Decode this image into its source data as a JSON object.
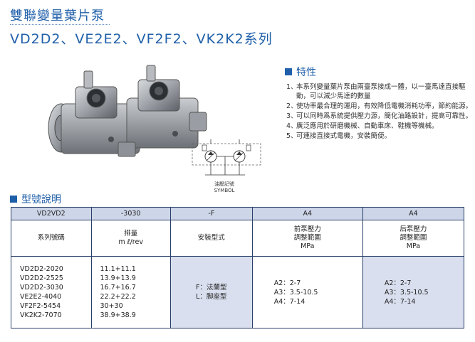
{
  "header": {
    "title_cn": "雙聯變量葉片泵",
    "title_en": "VD2D2、VE2E2、VF2F2、VK2K2系列"
  },
  "symbol": {
    "label_cn": "油壓記號",
    "label_en": "SYMBOL"
  },
  "features": {
    "heading": "特性",
    "items": [
      {
        "num": "1、",
        "text": "本系列變量葉片泵由兩臺泵接成一體，以一臺馬達直接驅動，可以減少馬達的數量"
      },
      {
        "num": "2、",
        "text": "使功率最合理的運用，有效降低電機消耗功率，節約能源。"
      },
      {
        "num": "3、",
        "text": "可以同時爲系統提供壓力源，簡化油路設計，提高可靠性。"
      },
      {
        "num": "4、",
        "text": "廣泛應用於研磨機械、自動車床、鞋機等機械。"
      },
      {
        "num": "5、",
        "text": "可連接直接式電機，安裝簡便。"
      }
    ]
  },
  "model": {
    "heading": "型號說明",
    "codes": [
      "VD2VD2",
      "-3030",
      "-F",
      "A4",
      "A4"
    ],
    "labels": {
      "series": "系列號碼",
      "displacement": [
        "排量",
        "m ℓ/rev"
      ],
      "mount": "安裝型式",
      "front": [
        "前泵壓力",
        "調整範圍",
        "MPa"
      ],
      "rear": [
        "后泵壓力",
        "調整範圍",
        "MPa"
      ]
    },
    "series": [
      "VD2D2-2020",
      "VD2D2-2525",
      "VD2D2-3030",
      "VE2E2-4040",
      "VF2F2-5454",
      "VK2K2-7070"
    ],
    "displacements": [
      "11.1+11.1",
      "13.9+13.9",
      "16.7+16.7",
      "22.2+22.2",
      "30+30",
      "38.9+38.9"
    ],
    "mounts": [
      "F：法蘭型",
      "L：脚座型"
    ],
    "front_ranges": [
      "A2：2-7",
      "A3：3.5-10.5",
      "A4：7-14"
    ],
    "rear_ranges": [
      "A2：2-7",
      "A3：3.5-10.5",
      "A4：7-14"
    ]
  }
}
